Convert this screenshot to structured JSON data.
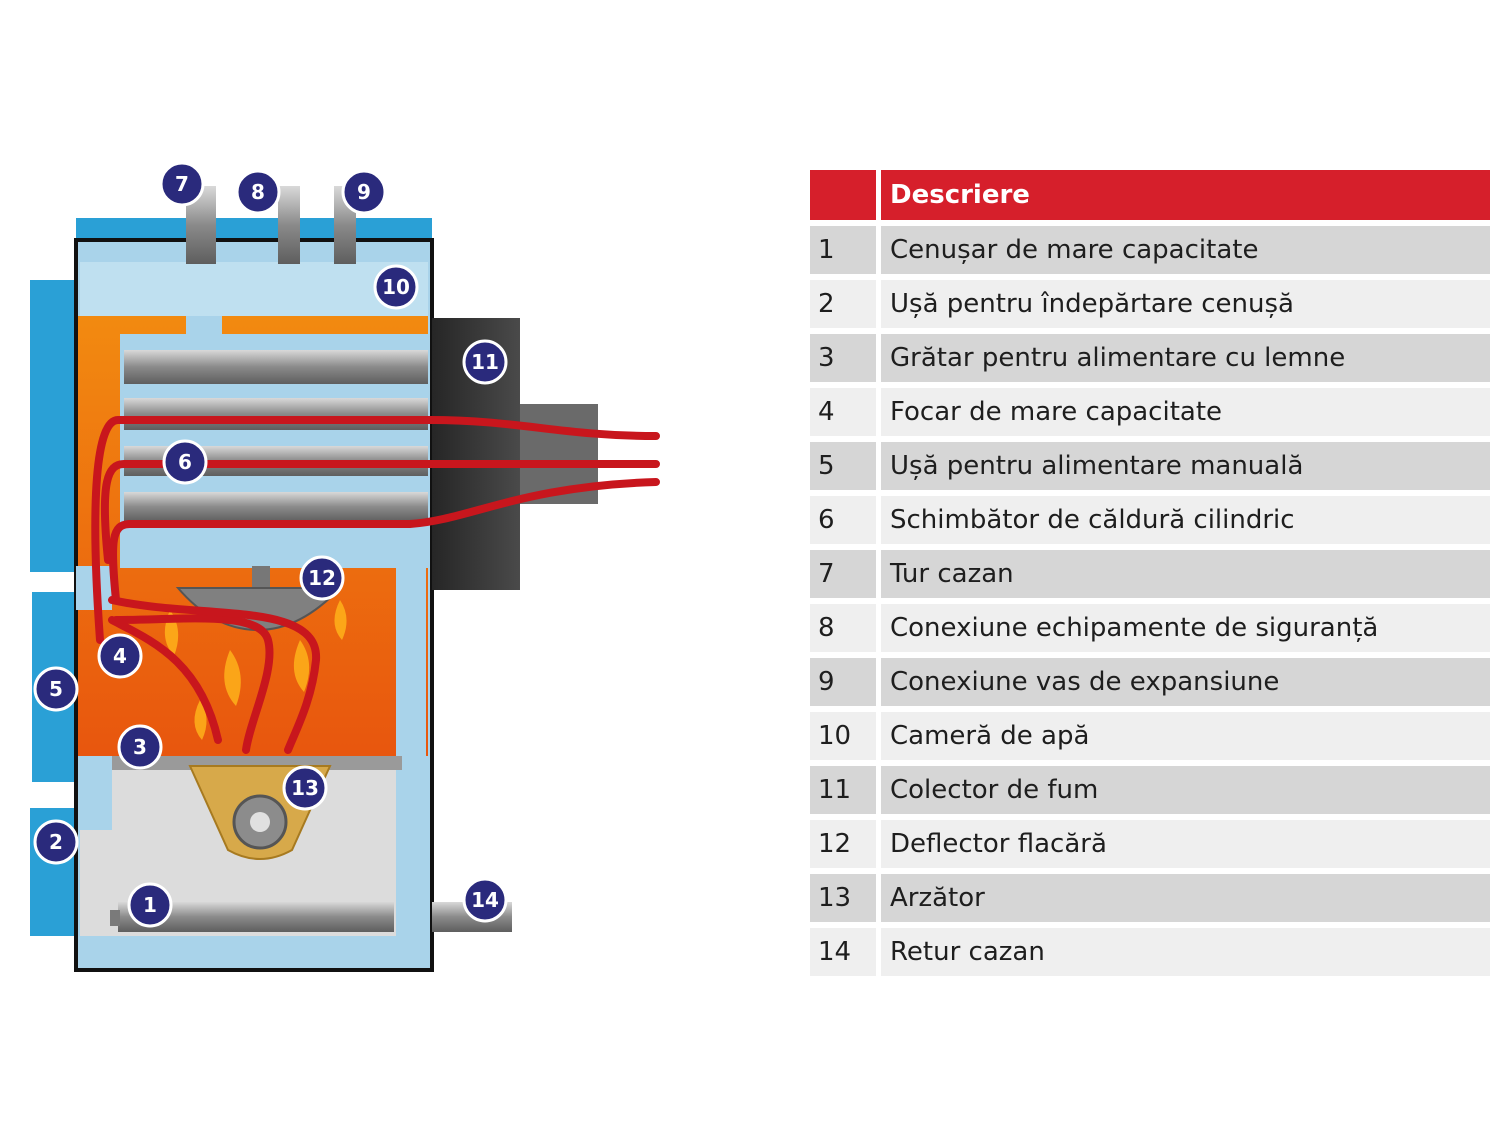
{
  "colors": {
    "header_red": "#d61f2b",
    "badge_navy": "#2a2a7c",
    "water_blue": "#a9d3ea",
    "jacket_blue": "#2aa0d6",
    "fire_orange": "#f07a10",
    "pipe_red": "#c8161d",
    "smoke_dark": "#3a3a3a"
  },
  "legend": {
    "header_num": "",
    "header_desc": "Descriere",
    "items": [
      {
        "num": "1",
        "desc": "Cenușar de mare capacitate"
      },
      {
        "num": "2",
        "desc": "Ușă pentru îndepărtare cenușă"
      },
      {
        "num": "3",
        "desc": "Grătar pentru alimentare cu lemne"
      },
      {
        "num": "4",
        "desc": "Focar de mare capacitate"
      },
      {
        "num": "5",
        "desc": "Ușă pentru alimentare manuală"
      },
      {
        "num": "6",
        "desc": "Schimbător de căldură cilindric"
      },
      {
        "num": "7",
        "desc": "Tur cazan"
      },
      {
        "num": "8",
        "desc": "Conexiune echipamente de siguranță"
      },
      {
        "num": "9",
        "desc": "Conexiune vas de expansiune"
      },
      {
        "num": "10",
        "desc": "Cameră de apă"
      },
      {
        "num": "11",
        "desc": "Colector de fum"
      },
      {
        "num": "12",
        "desc": "Deflector flacără"
      },
      {
        "num": "13",
        "desc": "Arzător"
      },
      {
        "num": "14",
        "desc": "Retur cazan"
      }
    ]
  },
  "badges": {
    "b1": "1",
    "b2": "2",
    "b3": "3",
    "b4": "4",
    "b5": "5",
    "b6": "6",
    "b7": "7",
    "b8": "8",
    "b9": "9",
    "b10": "10",
    "b11": "11",
    "b12": "12",
    "b13": "13",
    "b14": "14"
  }
}
